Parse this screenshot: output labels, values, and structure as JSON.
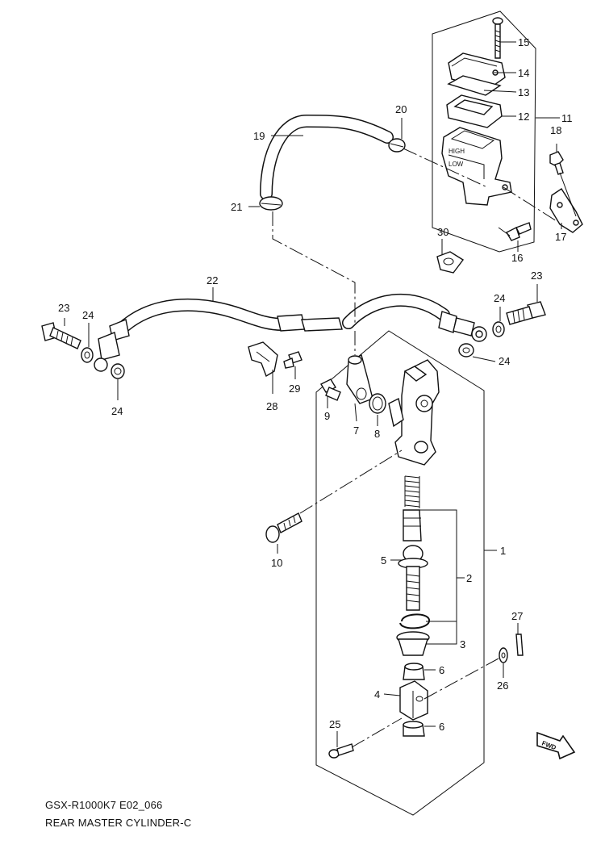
{
  "diagram": {
    "model_code": "GSX-R1000K7 E02_066",
    "title": "REAR MASTER CYLINDER-C",
    "fwd_label": "FWD",
    "reservoir_labels": {
      "high": "HIGH",
      "low": "LOW"
    },
    "callouts": {
      "c1": "1",
      "c2": "2",
      "c3": "3",
      "c4": "4",
      "c5": "5",
      "c6a": "6",
      "c6b": "6",
      "c7": "7",
      "c8": "8",
      "c9": "9",
      "c10": "10",
      "c11": "11",
      "c12": "12",
      "c13": "13",
      "c14": "14",
      "c15": "15",
      "c16": "16",
      "c17": "17",
      "c18": "18",
      "c19": "19",
      "c20": "20",
      "c21": "21",
      "c22": "22",
      "c23a": "23",
      "c23b": "23",
      "c24a": "24",
      "c24b": "24",
      "c24c": "24",
      "c25": "25",
      "c26": "26",
      "c27": "27",
      "c28": "28",
      "c29": "29",
      "c30": "30"
    }
  }
}
